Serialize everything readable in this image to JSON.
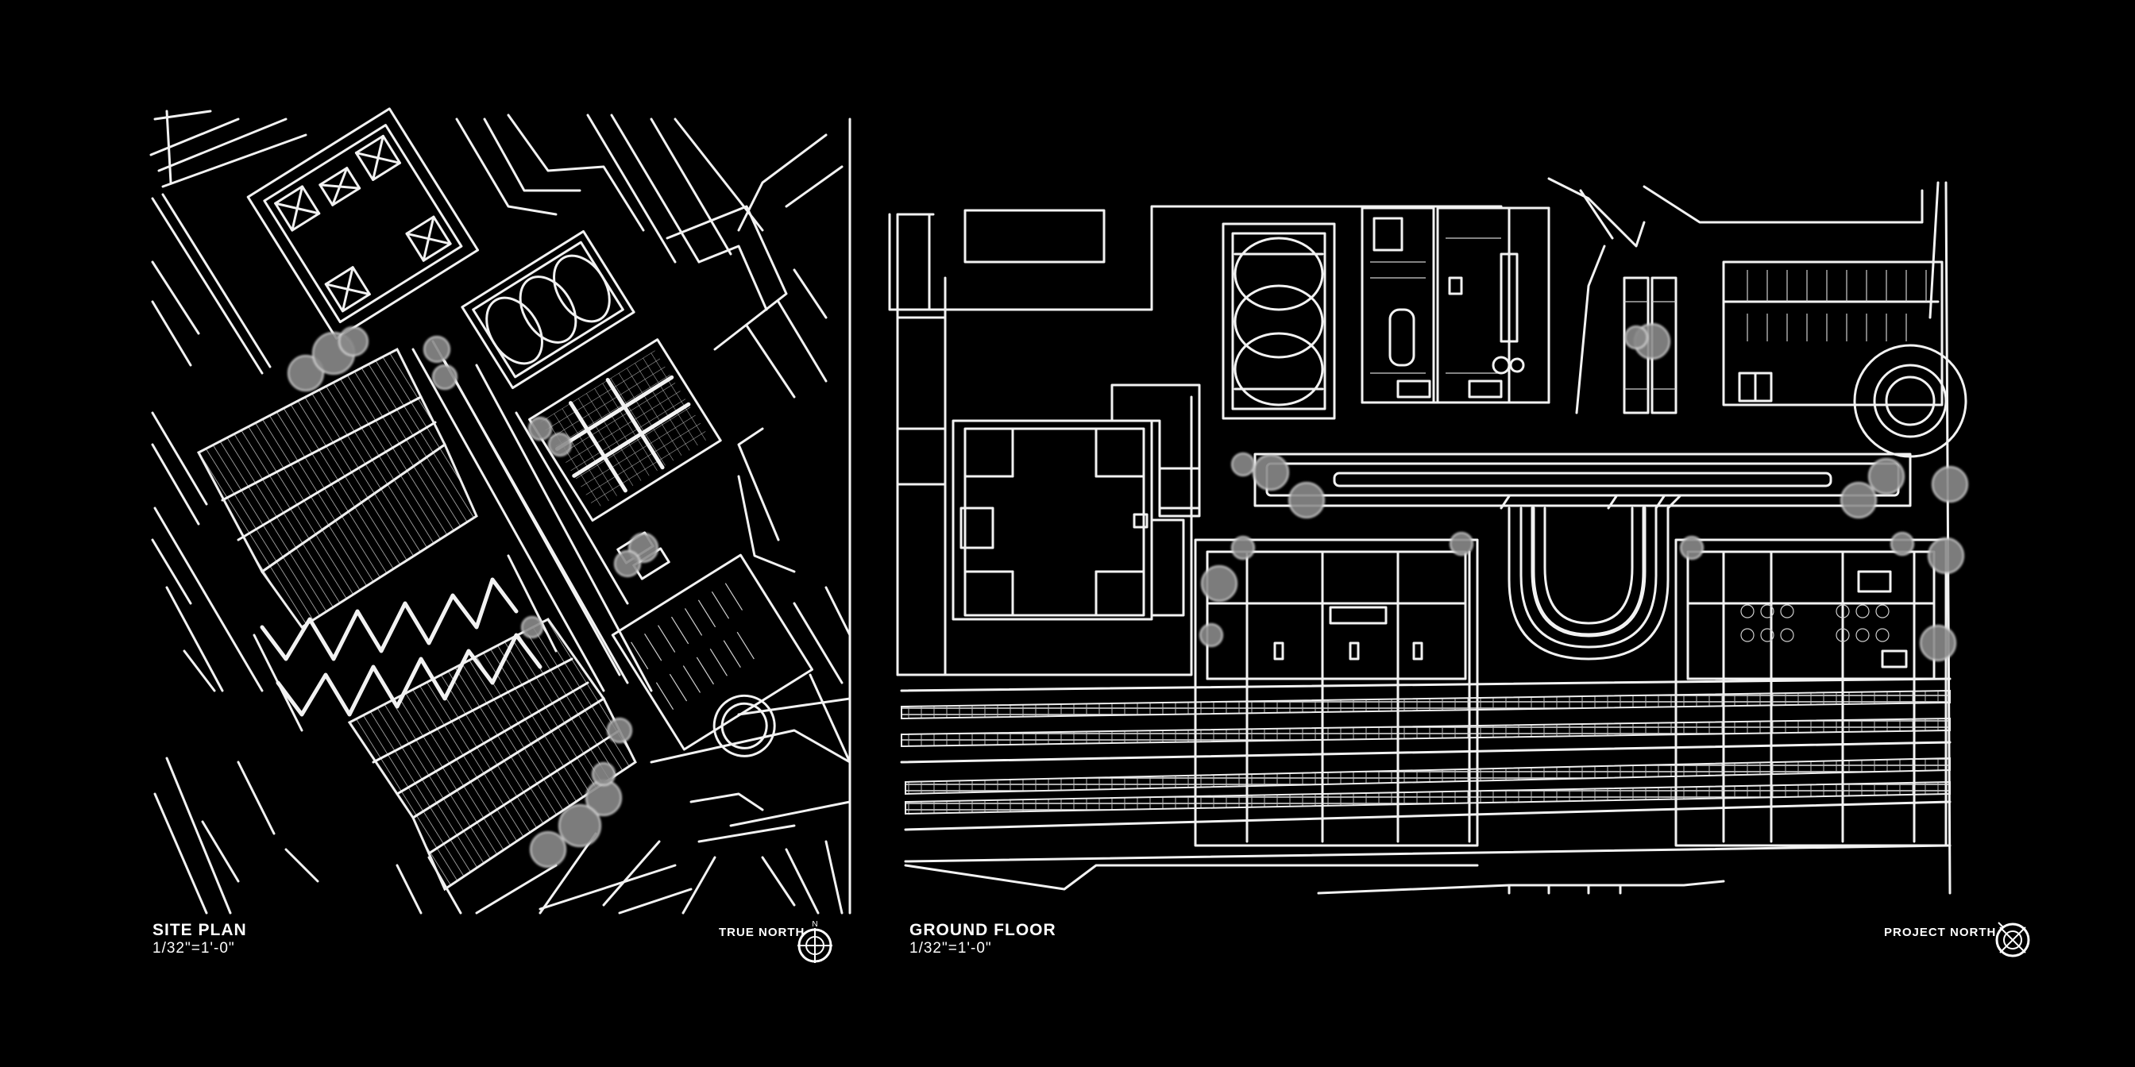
{
  "site_plan": {
    "title": "SITE PLAN",
    "scale": "1/32\"=1'-0\"",
    "north_label": "TRUE NORTH",
    "north_letter": "N"
  },
  "ground_floor": {
    "title": "GROUND FLOOR",
    "scale": "1/32\"=1'-0\"",
    "north_label": "PROJECT NORTH"
  },
  "icons": {
    "site_north": "north-arrow-compass-icon",
    "project_north": "north-arrow-compass-icon"
  },
  "colors": {
    "background": "#000000",
    "linework": "#f2f2f2",
    "hatch": "#cfcfcf"
  }
}
